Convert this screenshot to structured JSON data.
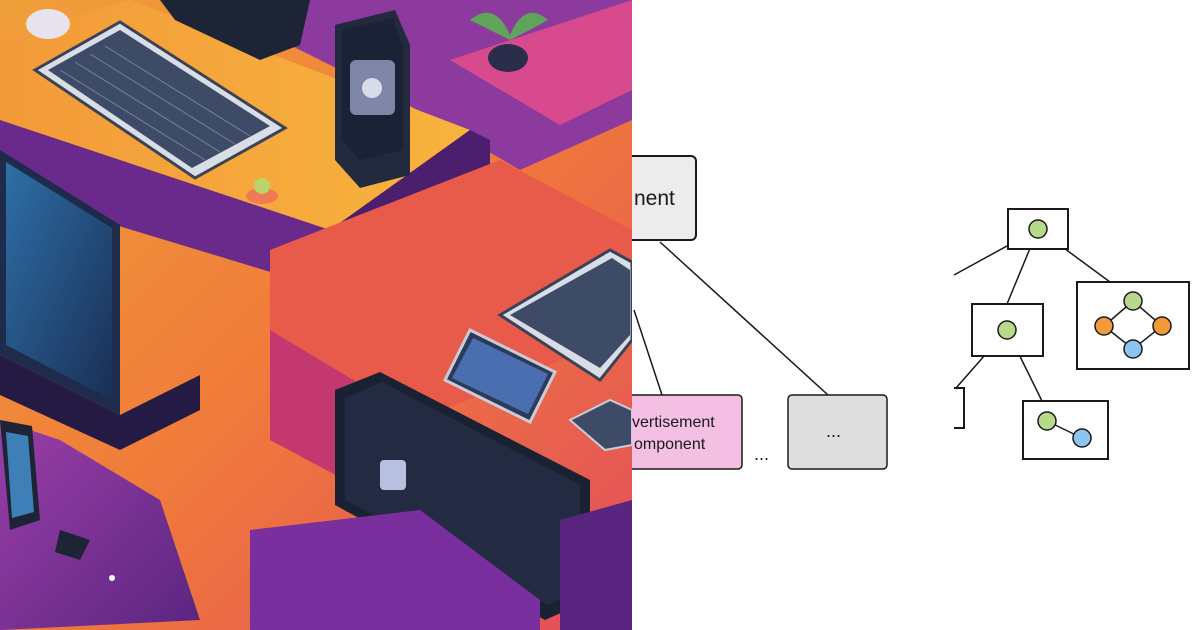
{
  "illustration": {
    "description_icon": "isometric-tech-workspace-illustration",
    "palette": [
      "#7a2f9e",
      "#e2445f",
      "#f59a2e",
      "#f5b73a",
      "#1f2a44"
    ]
  },
  "diagram": {
    "root_label": "nent",
    "ad_label_line1": "vertisement",
    "ad_label_line2": "omponent",
    "more_box_label": "...",
    "ellipsis_label": "...",
    "colors": {
      "ad_box": "#f3bfe2",
      "gray_box": "#dedede",
      "node_green": "#b7d98a",
      "node_orange": "#f29a3c",
      "node_blue": "#8ec4ef",
      "stroke": "#1a1a1a"
    }
  }
}
